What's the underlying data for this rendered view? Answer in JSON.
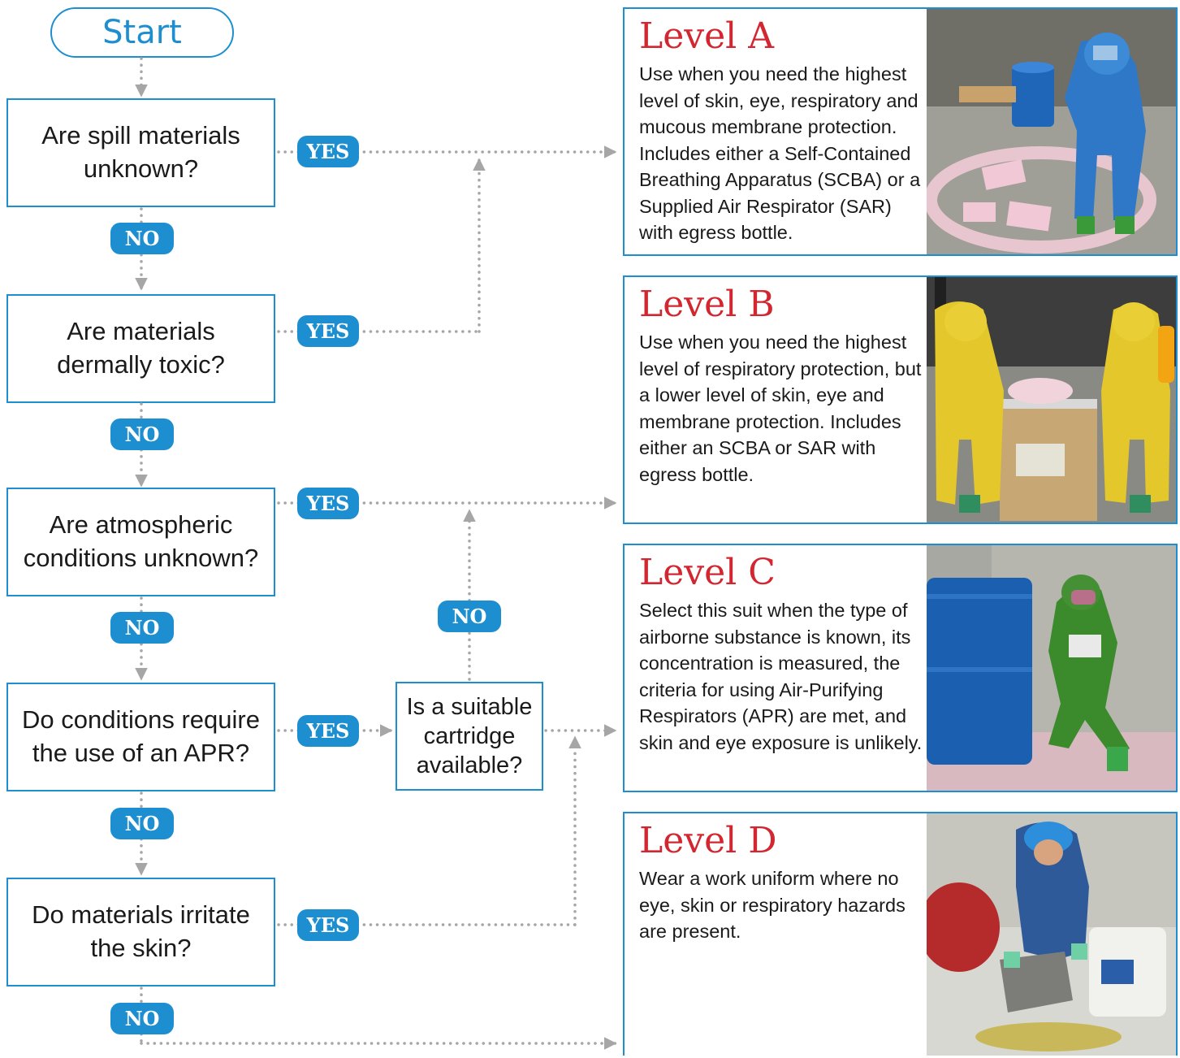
{
  "start": {
    "label": "Start"
  },
  "questions": [
    {
      "id": "q1",
      "text": "Are spill materials unknown?"
    },
    {
      "id": "q2",
      "text": "Are materials dermally toxic?"
    },
    {
      "id": "q3",
      "text": "Are atmospheric conditions unknown?"
    },
    {
      "id": "q4",
      "text": "Do conditions require the use of an APR?"
    },
    {
      "id": "q5",
      "text": "Do materials irritate the skin?"
    }
  ],
  "cartridge": {
    "text": "Is a suitable cartridge available?"
  },
  "labels": {
    "yes": "YES",
    "no": "NO"
  },
  "levels": [
    {
      "title": "Level A",
      "description": "Use when you need the highest level of skin, eye, respiratory and mucous membrane protection. Includes either a Self-Contained Breathing Apparatus (SCBA) or a Supplied Air Respirator (SAR) with egress bottle.",
      "image": "responder-blue-encapsulating-suit-photo"
    },
    {
      "title": "Level B",
      "description": "Use when you need the highest level of respiratory protection, but a lower level of skin, eye and membrane protection. Includes either an SCBA or SAR with egress bottle.",
      "image": "two-responders-yellow-suits-photo"
    },
    {
      "title": "Level C",
      "description": "Select this suit when the type of airborne substance is known, its concentration is measured, the criteria for using Air-Purifying Respirators (APR) are met, and skin and eye exposure is unlikely.",
      "image": "responder-green-suit-respirator-photo"
    },
    {
      "title": "Level D",
      "description": "Wear a work uniform where no eye, skin or respiratory hazards are present.",
      "image": "worker-hard-hat-absorbent-pads-photo"
    }
  ],
  "colors": {
    "accent": "#1d8fd0",
    "title_red": "#d22630",
    "connector": "#a6a6a6"
  }
}
